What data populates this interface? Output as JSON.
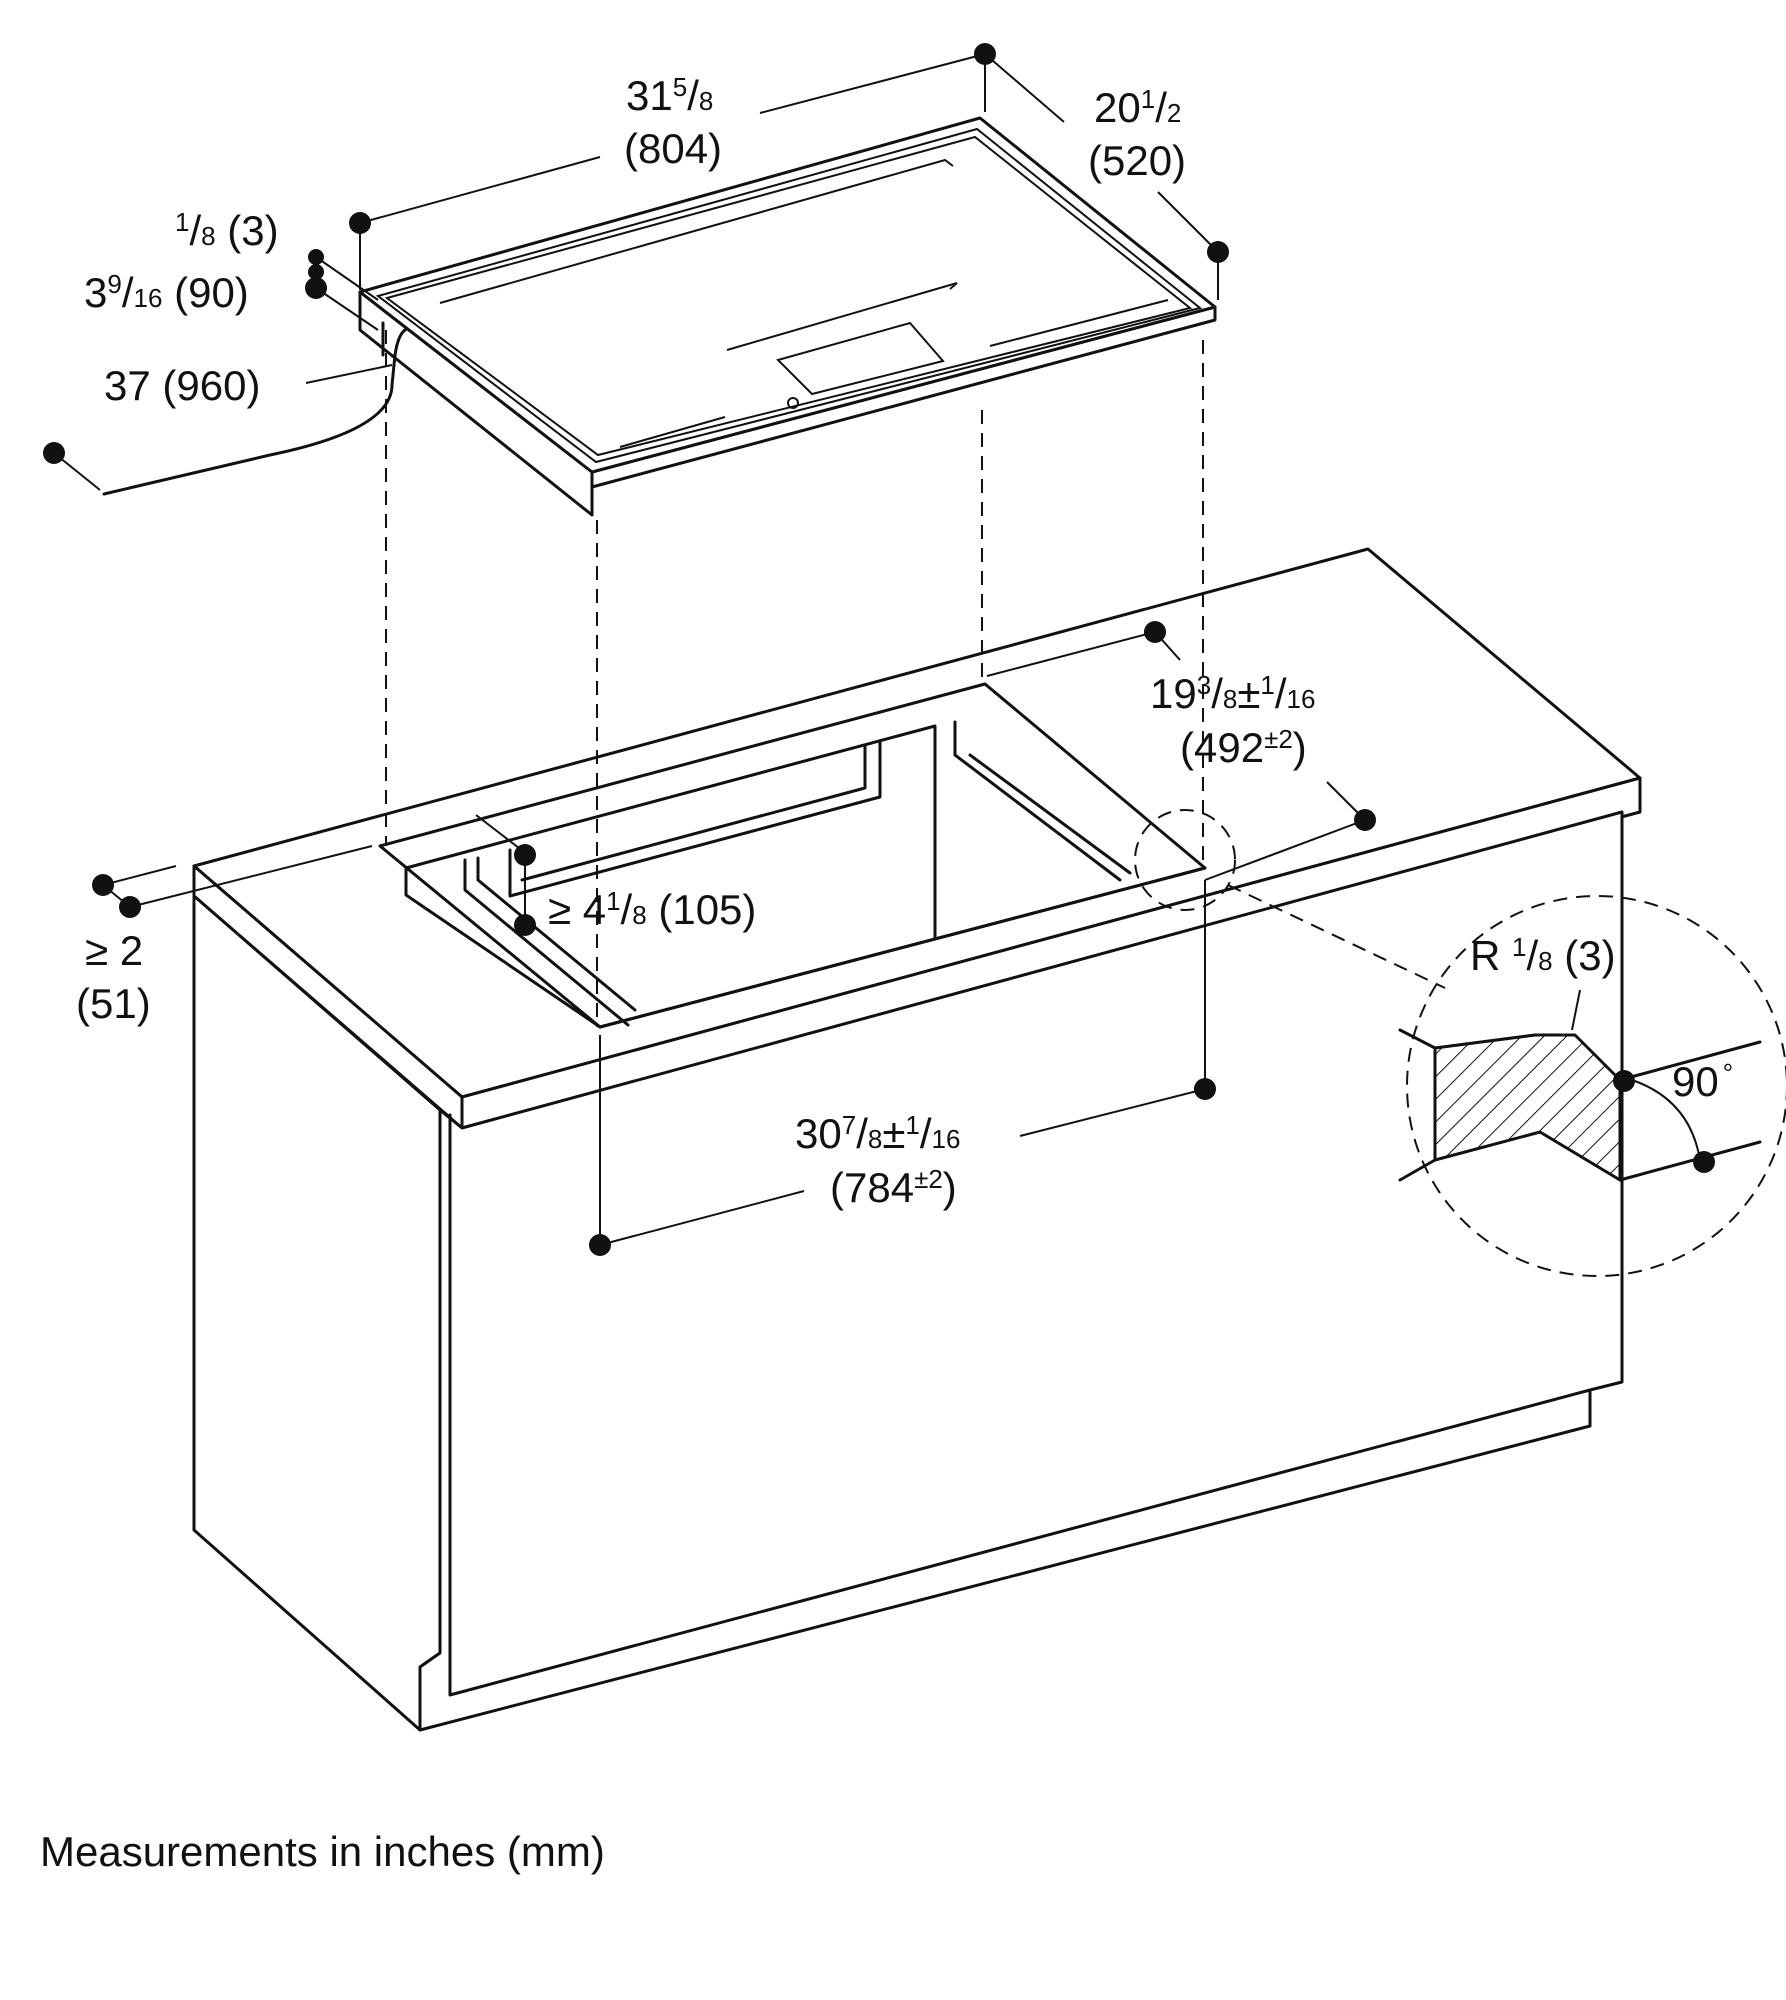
{
  "caption": "Measurements in inches (mm)",
  "dimensions": {
    "width_top": {
      "whole": "31",
      "num": "5",
      "den": "8",
      "mm": "(804)"
    },
    "depth_top": {
      "whole": "20",
      "num": "1",
      "den": "2",
      "mm": "(520)"
    },
    "edge": {
      "num": "1",
      "den": "8",
      "mm": "(3)"
    },
    "height": {
      "whole": "3",
      "num": "9",
      "den": "16",
      "mm": "(90)"
    },
    "cable": {
      "text": "37 (960)"
    },
    "cutout_depth": {
      "whole": "19",
      "num": "3",
      "den": "8",
      "tol": "±",
      "tnum": "1",
      "tden": "16",
      "mm": "(492",
      "mmtol": "±2",
      "mmclose": ")"
    },
    "front_clearance": {
      "whole": "≥ 2",
      "mm": "(51)"
    },
    "side_clearance": {
      "prefix": "≥ 4",
      "num": "1",
      "den": "8",
      "mm": " (105)"
    },
    "cutout_width": {
      "whole": "30",
      "num": "7",
      "den": "8",
      "tol": "±",
      "tnum": "1",
      "tden": "16",
      "mm": "(784",
      "mmtol": "±2",
      "mmclose": ")"
    },
    "radius": {
      "prefix": "R ",
      "num": "1",
      "den": "8",
      "mm": " (3)"
    },
    "angle": {
      "value": "90",
      "unit": "°"
    }
  }
}
